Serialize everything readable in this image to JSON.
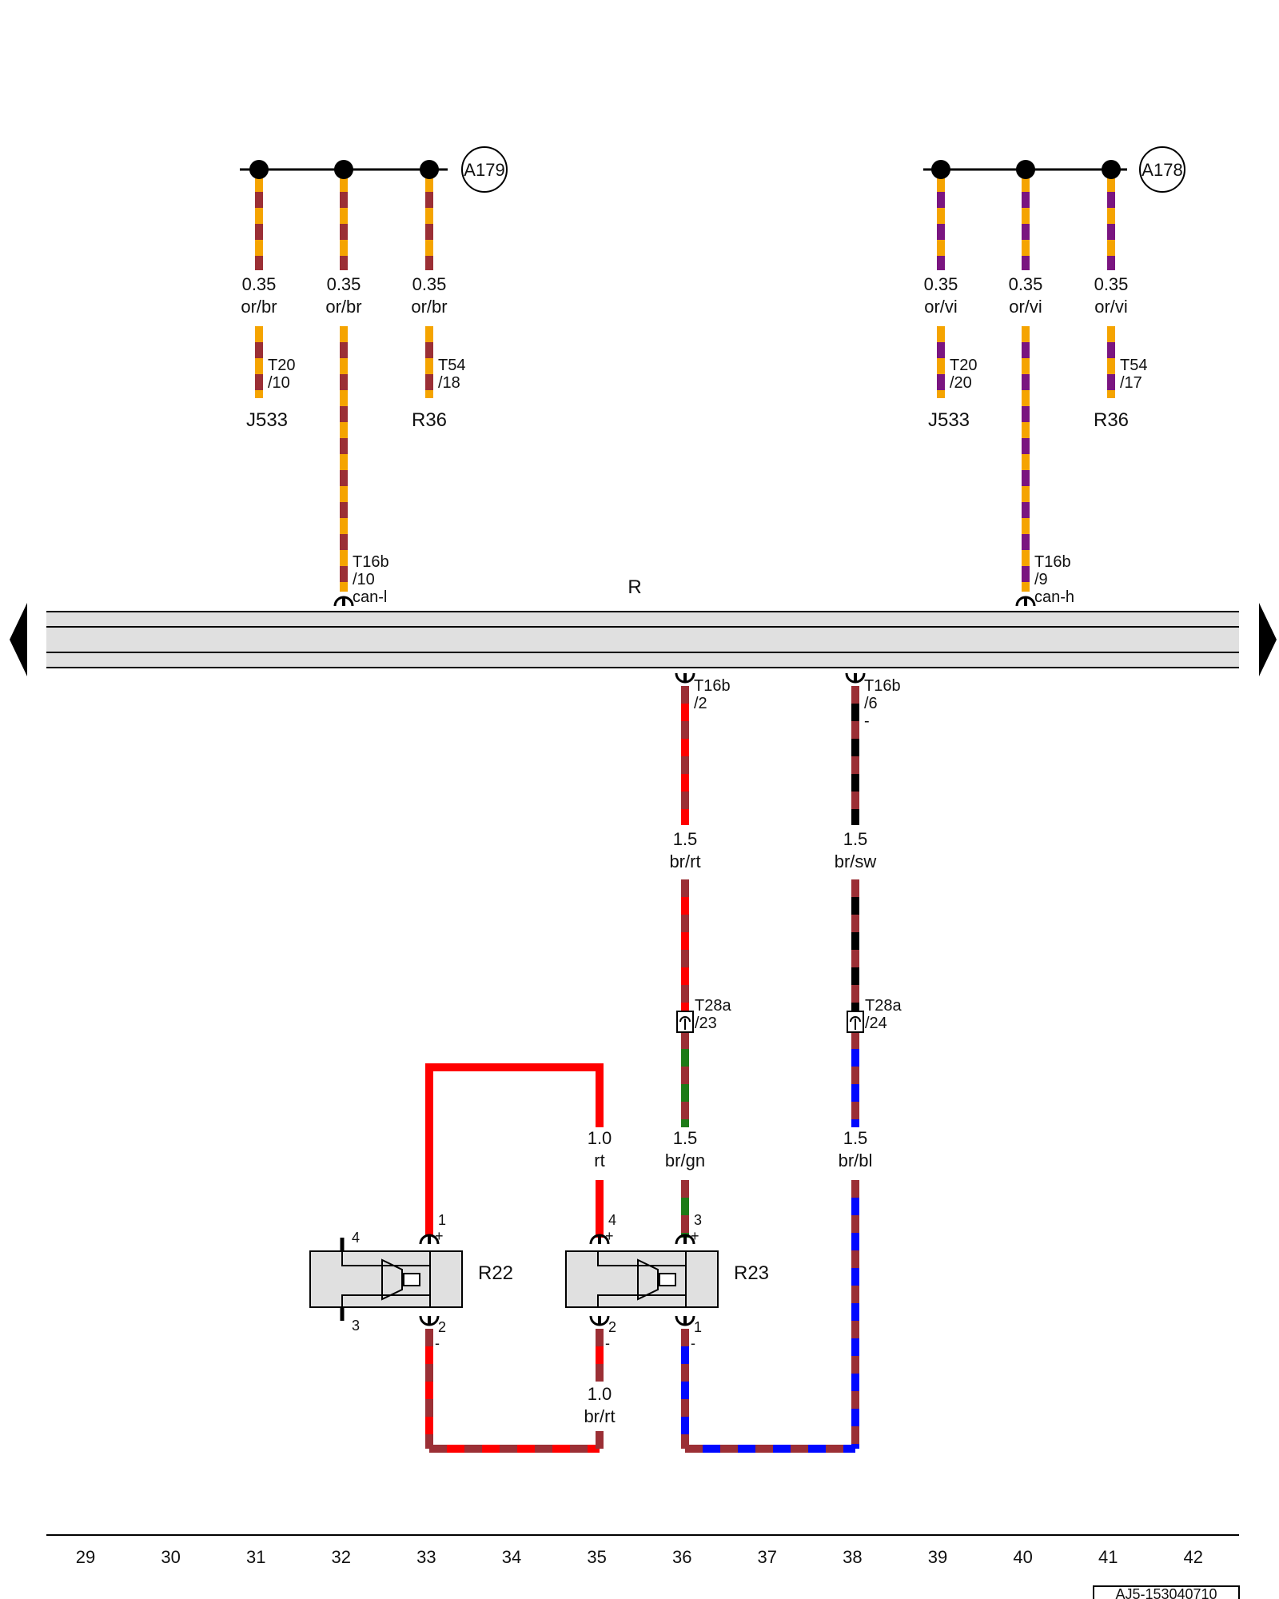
{
  "colors": {
    "or": "#f5a400",
    "br": "#9b2f35",
    "vi": "#7a1580",
    "rt": "#ff0000",
    "sw": "#000000",
    "gn": "#1d7b17",
    "bl": "#0008ff",
    "bundle_fill": "#e0e0e0",
    "component_fill": "#e0e0e0"
  },
  "splices": [
    {
      "id": "A179",
      "label": "A179"
    },
    {
      "id": "A178",
      "label": "A178"
    }
  ],
  "wires": [
    {
      "id": "w-or-br-1",
      "size": "0.35",
      "color": "or/br"
    },
    {
      "id": "w-or-br-2",
      "size": "0.35",
      "color": "or/br"
    },
    {
      "id": "w-or-br-3",
      "size": "0.35",
      "color": "or/br"
    },
    {
      "id": "w-or-vi-1",
      "size": "0.35",
      "color": "or/vi"
    },
    {
      "id": "w-or-vi-2",
      "size": "0.35",
      "color": "or/vi"
    },
    {
      "id": "w-or-vi-3",
      "size": "0.35",
      "color": "or/vi"
    },
    {
      "id": "w-br-rt",
      "size": "1.5",
      "color": "br/rt"
    },
    {
      "id": "w-br-sw",
      "size": "1.5",
      "color": "br/sw"
    },
    {
      "id": "w-rt",
      "size": "1.0",
      "color": "rt"
    },
    {
      "id": "w-br-gn",
      "size": "1.5",
      "color": "br/gn"
    },
    {
      "id": "w-br-bl",
      "size": "1.5",
      "color": "br/bl"
    },
    {
      "id": "w-br-rt-2",
      "size": "1.0",
      "color": "br/rt"
    }
  ],
  "connectors": [
    {
      "id": "c-t20-10",
      "name": "T20",
      "pin": "/10",
      "extra": ""
    },
    {
      "id": "c-t54-18",
      "name": "T54",
      "pin": "/18",
      "extra": ""
    },
    {
      "id": "c-t20-20",
      "name": "T20",
      "pin": "/20",
      "extra": ""
    },
    {
      "id": "c-t54-17",
      "name": "T54",
      "pin": "/17",
      "extra": ""
    },
    {
      "id": "c-t16b-10",
      "name": "T16b",
      "pin": "/10",
      "extra": "can-l"
    },
    {
      "id": "c-t16b-9",
      "name": "T16b",
      "pin": "/9",
      "extra": "can-h"
    },
    {
      "id": "c-t16b-2",
      "name": "T16b",
      "pin": "/2",
      "extra": ""
    },
    {
      "id": "c-t16b-6",
      "name": "T16b",
      "pin": "/6",
      "extra": "-"
    },
    {
      "id": "c-t28a-23",
      "name": "T28a",
      "pin": "/23",
      "extra": ""
    },
    {
      "id": "c-t28a-24",
      "name": "T28a",
      "pin": "/24",
      "extra": ""
    }
  ],
  "components": [
    {
      "id": "j533-left",
      "label": "J533"
    },
    {
      "id": "r36-left",
      "label": "R36"
    },
    {
      "id": "j533-right",
      "label": "J533"
    },
    {
      "id": "r36-right",
      "label": "R36"
    },
    {
      "id": "r22",
      "label": "R22"
    },
    {
      "id": "r23",
      "label": "R23"
    }
  ],
  "bundle": {
    "label": "R"
  },
  "speaker_pins": {
    "r22": [
      {
        "id": "r22-p1",
        "num": "1",
        "sign": "+"
      },
      {
        "id": "r22-p2",
        "num": "2",
        "sign": "-"
      },
      {
        "id": "r22-p3",
        "num": "3",
        "sign": ""
      },
      {
        "id": "r22-p4",
        "num": "4",
        "sign": ""
      }
    ],
    "r23": [
      {
        "id": "r23-p4",
        "num": "4",
        "sign": "+"
      },
      {
        "id": "r23-p3",
        "num": "3",
        "sign": "+"
      },
      {
        "id": "r23-p2",
        "num": "2",
        "sign": "-"
      },
      {
        "id": "r23-p1",
        "num": "1",
        "sign": "-"
      }
    ]
  },
  "scale": [
    "29",
    "30",
    "31",
    "32",
    "33",
    "34",
    "35",
    "36",
    "37",
    "38",
    "39",
    "40",
    "41",
    "42"
  ],
  "doc_id": "AJ5-153040710"
}
